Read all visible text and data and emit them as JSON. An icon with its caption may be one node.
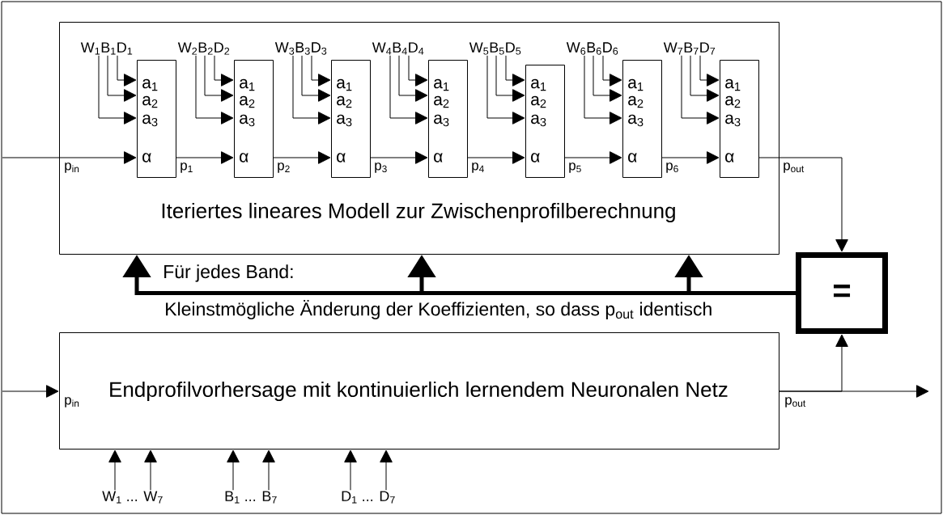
{
  "diagram": {
    "nodes": [
      {
        "text": [
          "Iteriertes lineares Modell zur Zwischenprofilberechnung"
        ]
      },
      {
        "text": [
          "W$_{1}$B$_{1}$D$_{1}$"
        ],
        "in": 0
      },
      {
        "text": [
          "a$_{1}$",
          "a$_{2}$",
          "a$_{3}$",
          "α"
        ],
        "in": 0
      },
      {
        "text": [
          "W$_{2}$B$_{2}$D$_{2}$"
        ],
        "in": 0
      },
      {
        "text": [
          "a$_{1}$",
          "a$_{2}$",
          "a$_{3}$",
          "α"
        ],
        "in": 0
      },
      {
        "text": [
          "W$_{3}$B$_{3}$D$_{3}$"
        ],
        "in": 0
      },
      {
        "text": [
          "a$_{1}$",
          "a$_{2}$",
          "a$_{3}$",
          "α"
        ],
        "in": 0
      },
      {
        "text": [
          "W$_{4}$B$_{4}$D$_{4}$"
        ],
        "in": 0
      },
      {
        "text": [
          "a$_{1}$",
          "a$_{2}$",
          "a$_{3}$",
          "α"
        ],
        "in": 0
      },
      {
        "text": [
          "W$_{5}$B$_{5}$D$_{5}$"
        ],
        "in": 0
      },
      {
        "text": [
          "a$_{1}$",
          "a$_{2}$",
          "a$_{3}$",
          "α"
        ],
        "in": 0
      },
      {
        "text": [
          "W$_{6}$B$_{6}$D$_{6}$"
        ],
        "in": 0
      },
      {
        "text": [
          "a$_{1}$",
          "a$_{2}$",
          "a$_{3}$",
          "α"
        ],
        "in": 0
      },
      {
        "text": [
          "W$_{7}$B$_{7}$D$_{7}$"
        ],
        "in": 0
      },
      {
        "text": [
          "a$_{1}$",
          "a$_{2}$",
          "a$_{3}$",
          "α"
        ],
        "in": 0
      },
      {
        "text": [
          "="
        ]
      },
      {
        "text": [
          "Endprofilvorhersage mit kontinuierlich lernendem Neuronalen Netz"
        ]
      },
      {
        "text": [
          "W$_{1}$ ... W$_{7}$"
        ]
      },
      {
        "text": [
          "B$_{1}$ ... B$_{7}$"
        ]
      },
      {
        "text": [
          "D$_{1}$ ... D$_{7}$"
        ]
      }
    ],
    "edges": [
      {
        "from": 1,
        "to": 2,
        "arrow": "to"
      },
      {
        "from": 1,
        "to": 2,
        "arrow": "to"
      },
      {
        "from": 1,
        "to": 2,
        "arrow": "to"
      },
      {
        "from": 3,
        "to": 4,
        "arrow": "to"
      },
      {
        "from": 3,
        "to": 4,
        "arrow": "to"
      },
      {
        "from": 3,
        "to": 4,
        "arrow": "to"
      },
      {
        "from": 5,
        "to": 6,
        "arrow": "to"
      },
      {
        "from": 5,
        "to": 6,
        "arrow": "to"
      },
      {
        "from": 5,
        "to": 6,
        "arrow": "to"
      },
      {
        "from": 7,
        "to": 8,
        "arrow": "to"
      },
      {
        "from": 7,
        "to": 8,
        "arrow": "to"
      },
      {
        "from": 7,
        "to": 8,
        "arrow": "to"
      },
      {
        "from": 9,
        "to": 10,
        "arrow": "to"
      },
      {
        "from": 9,
        "to": 10,
        "arrow": "to"
      },
      {
        "from": 9,
        "to": 10,
        "arrow": "to"
      },
      {
        "from": 11,
        "to": 12,
        "arrow": "to"
      },
      {
        "from": 11,
        "to": 12,
        "arrow": "to"
      },
      {
        "from": 11,
        "to": 12,
        "arrow": "to"
      },
      {
        "from": 13,
        "to": 14,
        "arrow": "to"
      },
      {
        "from": 13,
        "to": 14,
        "arrow": "to"
      },
      {
        "from": 13,
        "to": 14,
        "arrow": "to"
      },
      {
        "from": null,
        "to": 2,
        "arrow": "to",
        "label": "p$_{in}$"
      },
      {
        "from": 2,
        "to": 4,
        "arrow": "to",
        "label": "p$_{1}$"
      },
      {
        "from": 4,
        "to": 6,
        "arrow": "to",
        "label": "p$_{2}$"
      },
      {
        "from": 6,
        "to": 8,
        "arrow": "to",
        "label": "p$_{3}$"
      },
      {
        "from": 8,
        "to": 10,
        "arrow": "to",
        "label": "p$_{4}$"
      },
      {
        "from": 10,
        "to": 12,
        "arrow": "to",
        "label": "p$_{5}$"
      },
      {
        "from": 12,
        "to": 14,
        "arrow": "to",
        "label": "p$_{6}$"
      },
      {
        "from": 14,
        "to": 15,
        "arrow": "to",
        "label": "p$_{out}$"
      },
      {
        "from": 15,
        "to": 0,
        "arrow": "to",
        "style": "thick"
      },
      {
        "from": 15,
        "to": 0,
        "arrow": "to",
        "style": "thick"
      },
      {
        "from": 15,
        "to": 0,
        "arrow": "to",
        "style": "thick"
      },
      {
        "from": null,
        "to": 16,
        "arrow": "to",
        "label": "p$_{in}$"
      },
      {
        "from": 16,
        "to": null,
        "arrow": "to",
        "label": "p$_{out}$"
      },
      {
        "from": 16,
        "to": 15,
        "arrow": "to"
      },
      {
        "from": 17,
        "to": 16,
        "arrow": "to"
      },
      {
        "from": 17,
        "to": 16,
        "arrow": "to"
      },
      {
        "from": 18,
        "to": 16,
        "arrow": "to"
      },
      {
        "from": 18,
        "to": 16,
        "arrow": "to"
      },
      {
        "from": 19,
        "to": 16,
        "arrow": "to"
      },
      {
        "from": 19,
        "to": 16,
        "arrow": "to"
      }
    ],
    "labels": [
      "Für jedes Band:",
      "Kleinstmögliche Änderung der Koeffizienten, so dass p$_{out}$ identisch"
    ]
  }
}
